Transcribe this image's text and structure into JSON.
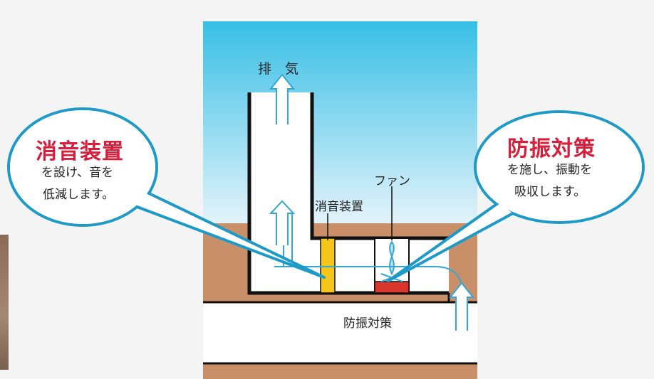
{
  "diagram": {
    "exhaust_label": "排　気",
    "silencer_label": "消音装置",
    "fan_label": "ファン",
    "vibration_label": "防振対策",
    "left_callout": {
      "title": "消音装置",
      "line1": "を設け、音を",
      "line2": "低減します。"
    },
    "right_callout": {
      "title": "防振対策",
      "line1": "を施し、振動を",
      "line2": "吸収します。"
    },
    "colors": {
      "sky_top": "#38bfe6",
      "sky_bottom": "#e2f3fb",
      "earth": "#c98f68",
      "outline": "#111111",
      "air_flow": "#34a7d4",
      "silencer": "#f5c518",
      "fan_base": "#d9372b",
      "callout_border": "#1e9ac9",
      "callout_title": "#d81e3a"
    },
    "icons": [
      "exhaust-arrow-icon",
      "fan-icon",
      "intake-arrow-icon"
    ]
  }
}
